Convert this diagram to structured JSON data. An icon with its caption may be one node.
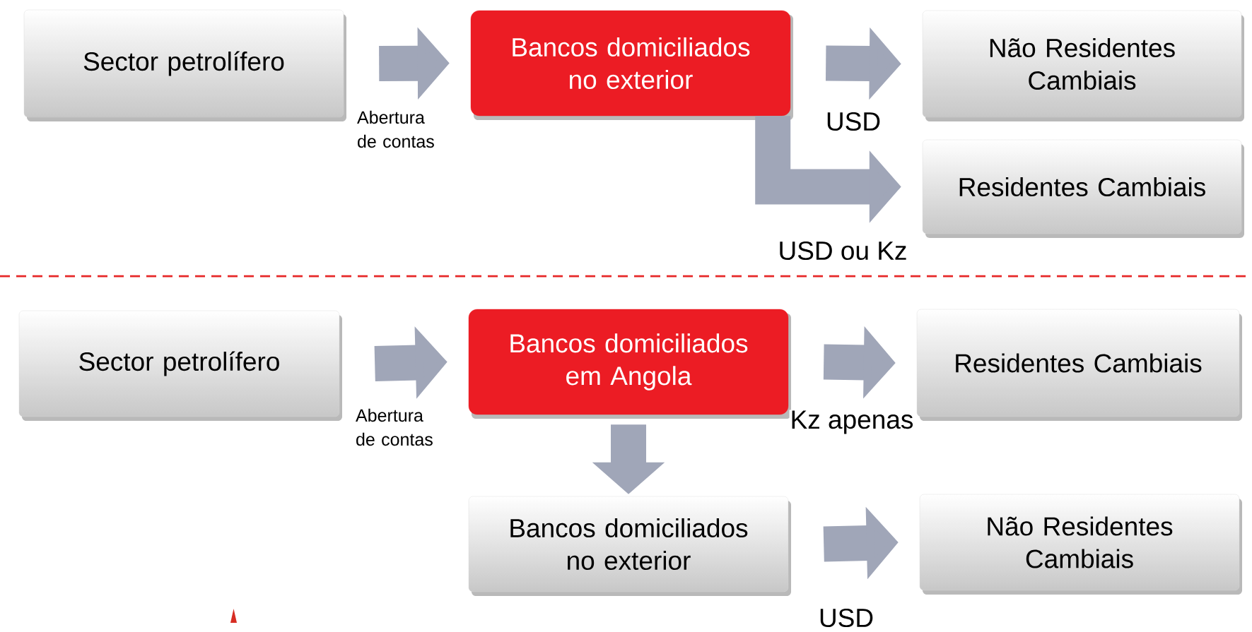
{
  "diagram": {
    "nodes": [
      {
        "text": [
          "Sector petrolífero"
        ]
      },
      {
        "text": [
          "Bancos domiciliados no exterior"
        ]
      },
      {
        "text": [
          "Não Residentes Cambiais"
        ]
      },
      {
        "text": [
          "Residentes Cambiais"
        ]
      },
      {
        "text": [
          "Sector petrolífero"
        ]
      },
      {
        "text": [
          "Bancos domiciliados em Angola"
        ]
      },
      {
        "text": [
          "Residentes Cambiais"
        ]
      },
      {
        "text": [
          "Bancos domiciliados no exterior"
        ]
      },
      {
        "text": [
          "Não Residentes Cambiais"
        ]
      }
    ],
    "edges": [
      {
        "from": 0,
        "to": 1,
        "arrow": "to",
        "label": "Abertura de contas"
      },
      {
        "from": 1,
        "to": 2,
        "arrow": "to",
        "label": "USD"
      },
      {
        "from": 1,
        "to": 3,
        "arrow": "to",
        "label": "USD ou Kz"
      },
      {
        "from": 4,
        "to": 5,
        "arrow": "to",
        "label": "Abertura de contas"
      },
      {
        "from": 5,
        "to": 6,
        "arrow": "to",
        "label": "Kz apenas"
      },
      {
        "from": 5,
        "to": 7,
        "arrow": "to"
      },
      {
        "from": 7,
        "to": 8,
        "arrow": "to",
        "label": "USD"
      }
    ]
  }
}
